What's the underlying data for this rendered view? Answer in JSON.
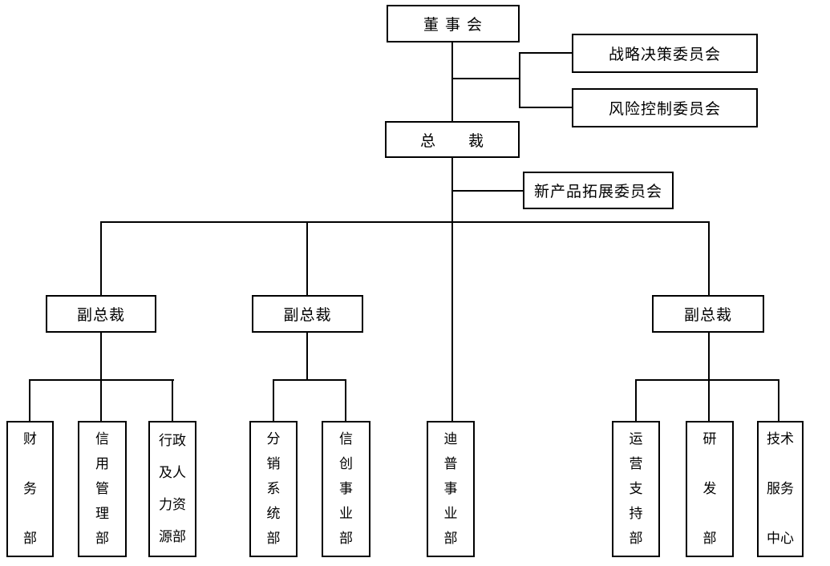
{
  "org_chart": {
    "root": {
      "label": "董 事 会"
    },
    "board_committees": [
      {
        "label": "战略决策委员会",
        "parent": "董事会"
      },
      {
        "label": "风险控制委员会",
        "parent": "董事会"
      }
    ],
    "president": {
      "label": "总　　裁",
      "parent": "董事会"
    },
    "president_committee": {
      "label": "新产品拓展委员会",
      "parent": "总裁"
    },
    "vice_presidents": [
      {
        "label": "副总裁",
        "parent": "总裁"
      },
      {
        "label": "副总裁",
        "parent": "总裁"
      },
      {
        "label": "副总裁",
        "parent": "总裁"
      }
    ],
    "departments": [
      {
        "label": "财\n务\n部",
        "name": "财务部",
        "parent": "副总裁1"
      },
      {
        "label": "信\n用\n管\n理\n部",
        "name": "信用管理部",
        "parent": "副总裁1"
      },
      {
        "label": "行政\n及人\n力资\n源部",
        "name": "行政及人力资源部",
        "parent": "副总裁1"
      },
      {
        "label": "分\n销\n系\n统\n部",
        "name": "分销系统部",
        "parent": "副总裁2"
      },
      {
        "label": "信\n创\n事\n业\n部",
        "name": "信创事业部",
        "parent": "副总裁2"
      },
      {
        "label": "迪\n普\n事\n业\n部",
        "name": "迪普事业部",
        "parent": "总裁"
      },
      {
        "label": "运\n营\n支\n持\n部",
        "name": "运营支持部",
        "parent": "副总裁3"
      },
      {
        "label": "研\n发\n部",
        "name": "研发部",
        "parent": "副总裁3"
      },
      {
        "label": "技术\n服务\n中心",
        "name": "技术服务中心",
        "parent": "副总裁3"
      }
    ],
    "line_color": "#000000",
    "box_background": "#ffffff"
  }
}
